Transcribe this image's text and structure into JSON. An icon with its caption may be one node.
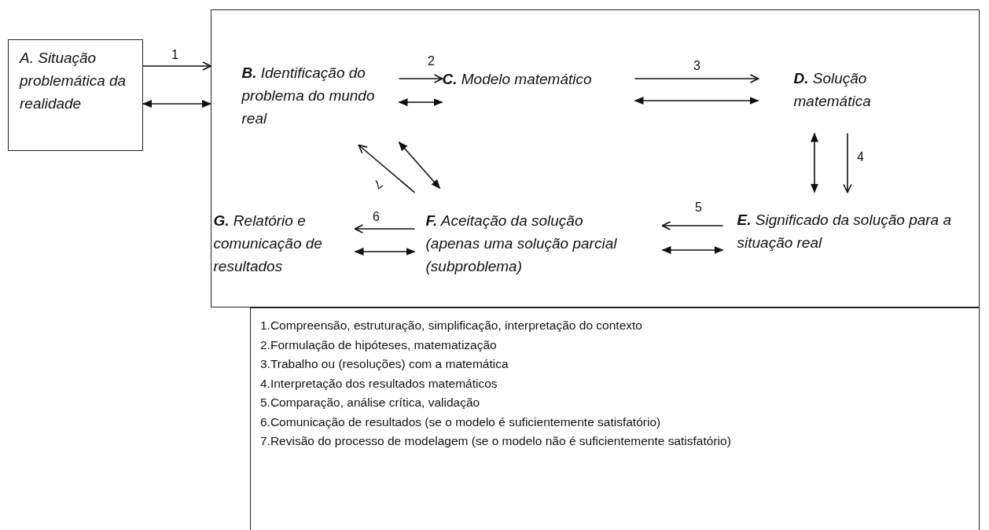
{
  "diagram": {
    "nodes": [
      {
        "text": [
          "A. Situação problemática da realidade"
        ]
      },
      {
        "text": [],
        "shape": "box"
      },
      {
        "text": [
          "**B.** Identificação do problema do mundo real"
        ],
        "in": 1
      },
      {
        "text": [
          "**C.** Modelo matemático"
        ],
        "in": 1
      },
      {
        "text": [
          "**D.** Solução matemática"
        ],
        "in": 1
      },
      {
        "text": [
          "**E.** Significado da solução para a situação real"
        ],
        "in": 1
      },
      {
        "text": [
          "**F.** Aceitação da solução (apenas uma solução parcial (subproblema)"
        ],
        "in": 1
      },
      {
        "text": [
          "**G.** Relatório e comunicação de resultados"
        ],
        "in": 1
      },
      {
        "text": [
          "1.Compreensão, estruturação, simplificação, interpretação do contexto",
          "2.Formulação de hipóteses, matematização",
          "3.Trabalho ou (resoluções) com a matemática",
          "4.Interpretação dos resultados matemáticos",
          "5.Comparação, análise crítica, validação",
          "6.Comunicação de resultados (se o modelo é suficientemente  satisfatório)",
          "7.Revisão do processo de modelagem (se o modelo não é suficientemente satisfatório)"
        ]
      }
    ],
    "edges": [
      {
        "from": 0,
        "to": 1,
        "arrow": "to",
        "label": "1"
      },
      {
        "from": 0,
        "to": 1,
        "arrow": "both"
      },
      {
        "from": 2,
        "to": 3,
        "arrow": "to",
        "label": "2"
      },
      {
        "from": 2,
        "to": 3,
        "arrow": "both"
      },
      {
        "from": 3,
        "to": 4,
        "arrow": "to",
        "label": "3"
      },
      {
        "from": 3,
        "to": 4,
        "arrow": "both"
      },
      {
        "from": 4,
        "to": 5,
        "arrow": "to",
        "label": "4"
      },
      {
        "from": 4,
        "to": 5,
        "arrow": "both"
      },
      {
        "from": 5,
        "to": 6,
        "arrow": "to",
        "label": "5"
      },
      {
        "from": 5,
        "to": 6,
        "arrow": "both"
      },
      {
        "from": 6,
        "to": 7,
        "arrow": "to",
        "label": "6"
      },
      {
        "from": 6,
        "to": 7,
        "arrow": "both"
      },
      {
        "from": 6,
        "to": 2,
        "arrow": "to",
        "label": "7"
      },
      {
        "from": 6,
        "to": 2,
        "arrow": "both"
      }
    ]
  }
}
